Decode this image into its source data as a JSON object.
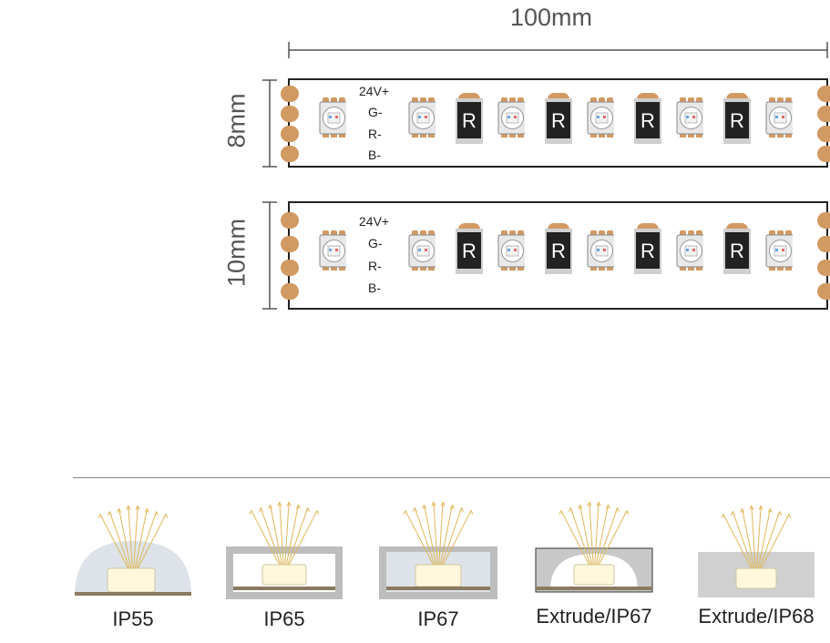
{
  "width_label": "100mm",
  "strips": [
    {
      "height_label": "8mm",
      "pin_labels": [
        "24V+",
        "G-",
        "R-",
        "B-"
      ],
      "resistor_text": "R"
    },
    {
      "height_label": "10mm",
      "pin_labels": [
        "24V+",
        "G-",
        "R-",
        "B-"
      ],
      "resistor_text": "R"
    }
  ],
  "ip_ratings": [
    "IP55",
    "IP65",
    "IP67",
    "Extrude/IP67",
    "Extrude/IP68"
  ],
  "colors": {
    "pad": "#d19a62",
    "resistor": "#222222",
    "beam": "#e0b85a",
    "chip": "#fdf7dc",
    "silicone": "#dde3e8",
    "frame": "#bdbdbd",
    "base": "#8a7a60"
  }
}
